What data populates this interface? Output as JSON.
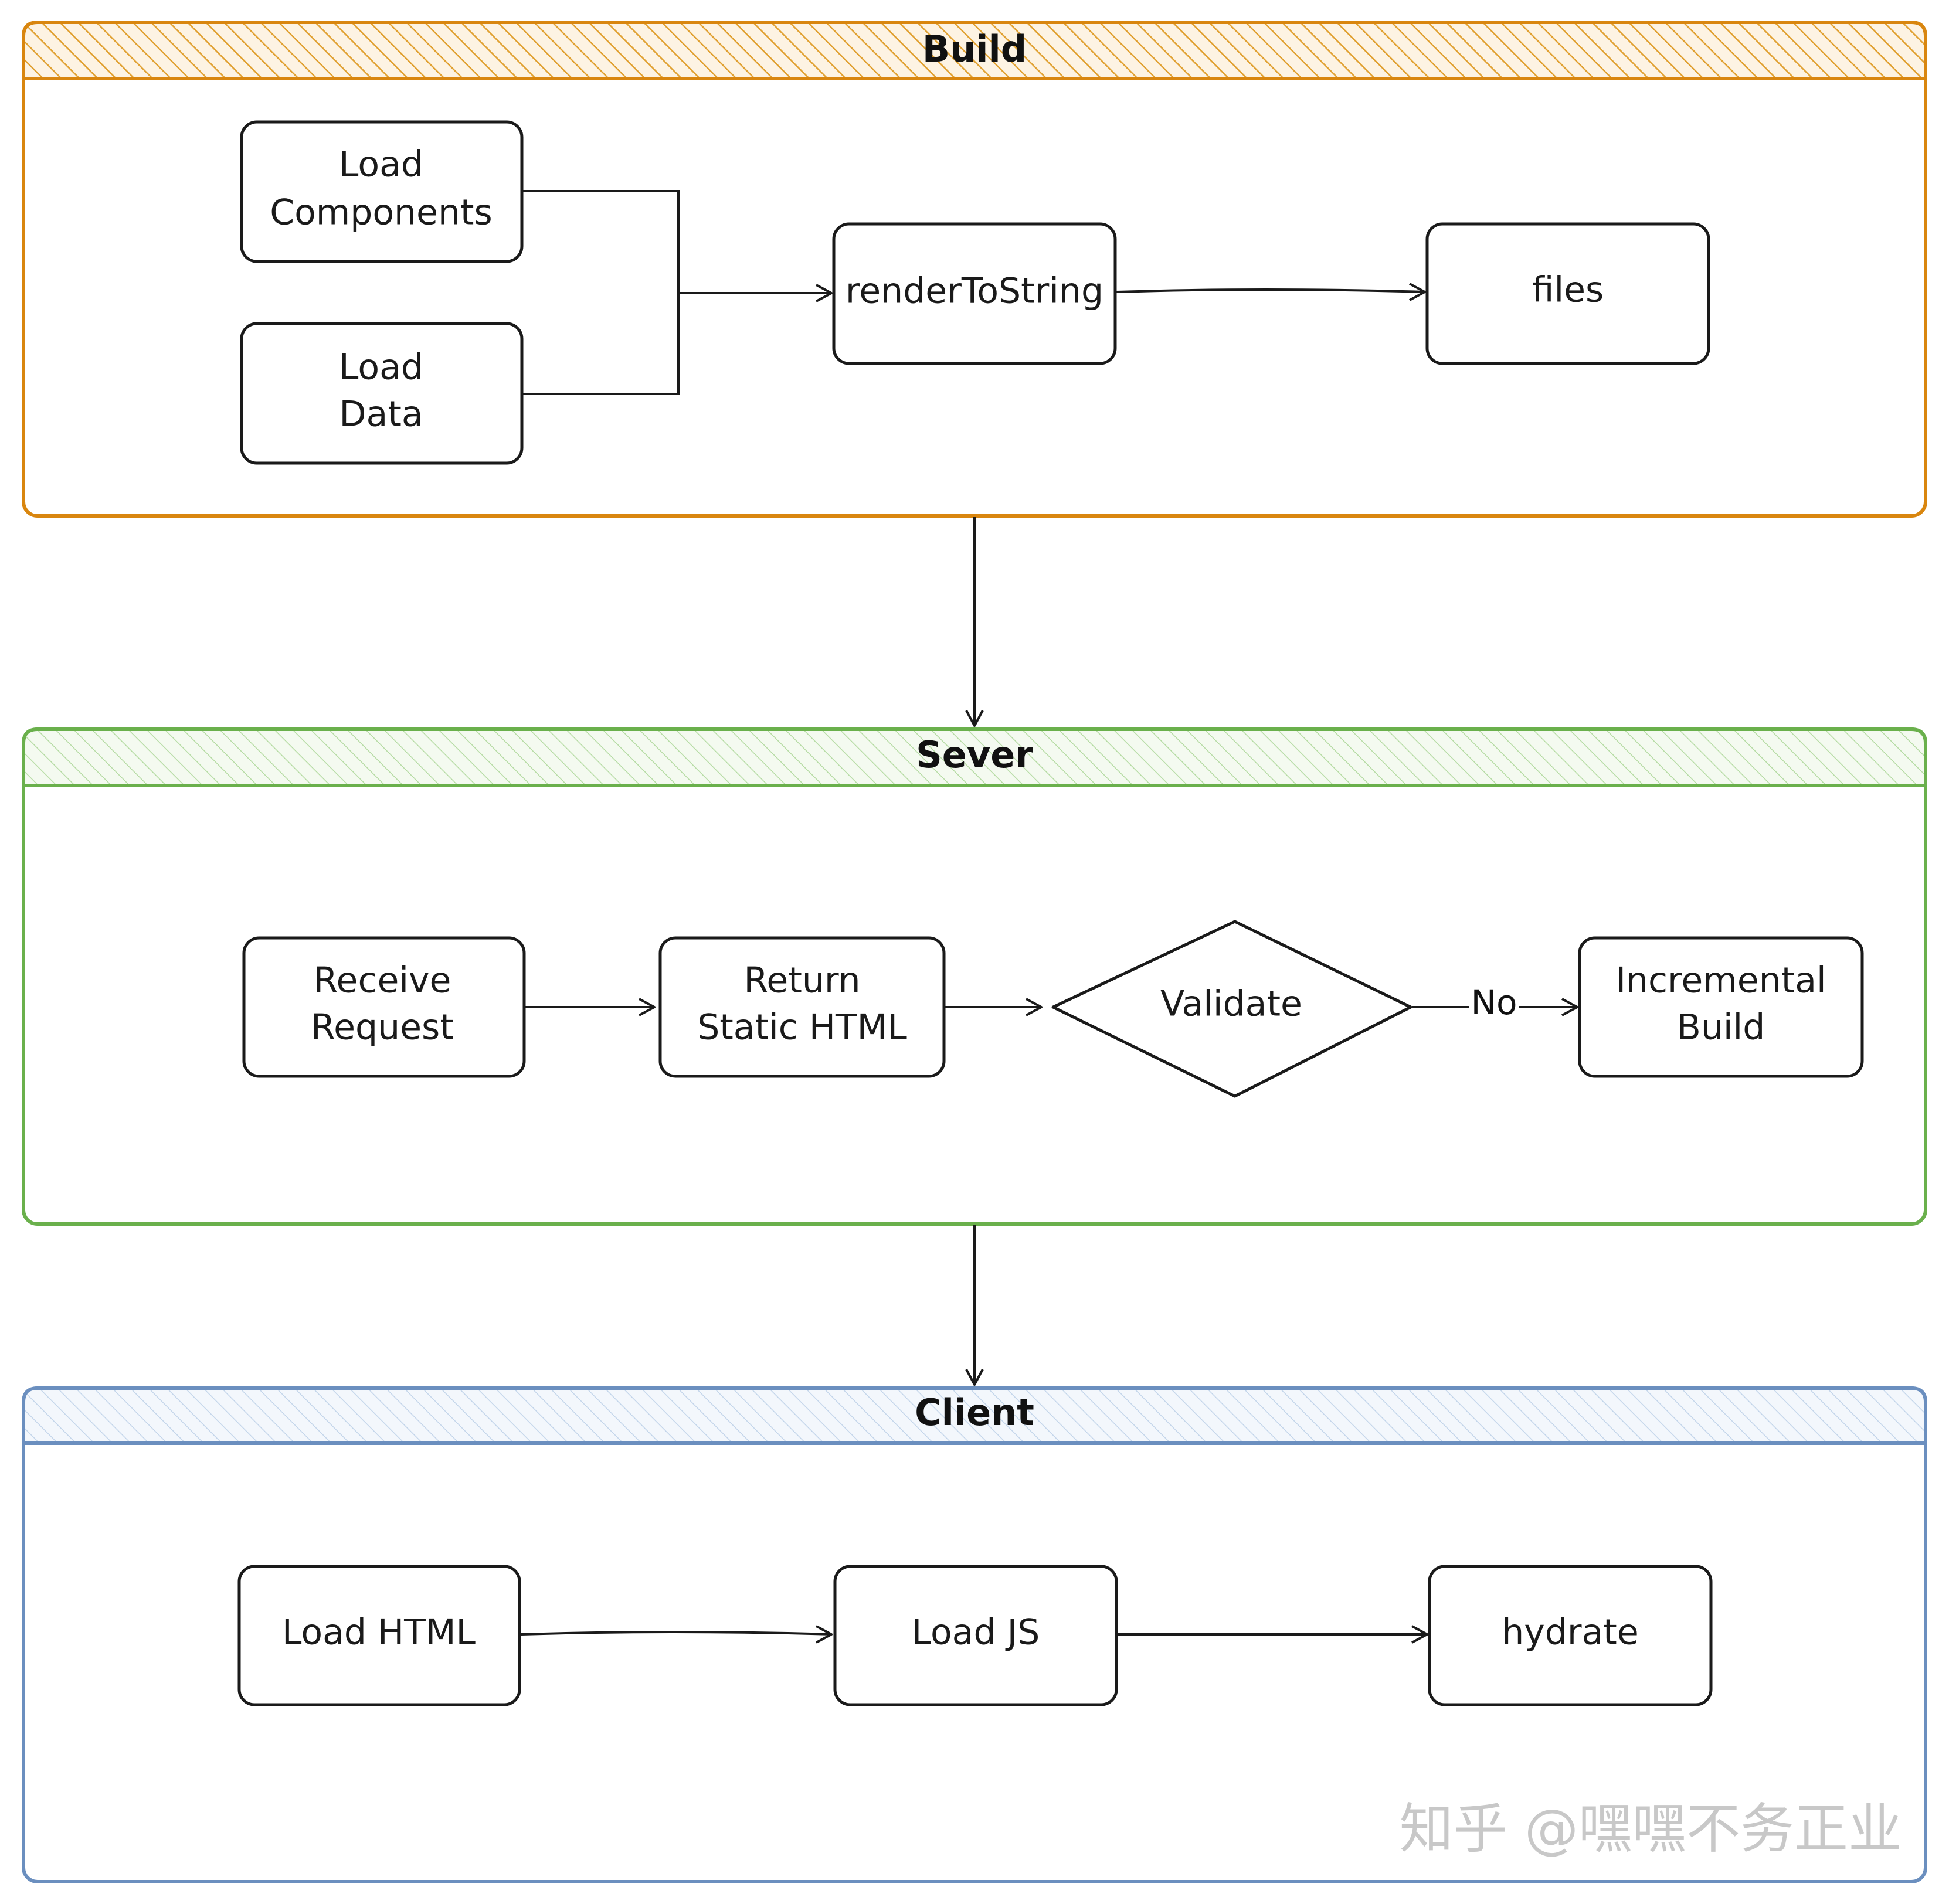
{
  "lanes": {
    "build": {
      "title": "Build",
      "color": "#d9860f"
    },
    "server": {
      "title": "Sever",
      "color": "#6ab04c"
    },
    "client": {
      "title": "Client",
      "color": "#6b8fbf"
    }
  },
  "nodes": {
    "load_components": {
      "lines": [
        "Load",
        "Components"
      ]
    },
    "load_data": {
      "lines": [
        "Load",
        "Data"
      ]
    },
    "render_to_string": {
      "lines": [
        "renderToString"
      ]
    },
    "files": {
      "lines": [
        "files"
      ]
    },
    "receive_request": {
      "lines": [
        "Receive",
        "Request"
      ]
    },
    "return_static_html": {
      "lines": [
        "Return",
        "Static HTML"
      ]
    },
    "validate": {
      "lines": [
        "Validate"
      ]
    },
    "incremental_build": {
      "lines": [
        "Incremental",
        "Build"
      ]
    },
    "load_html": {
      "lines": [
        "Load HTML"
      ]
    },
    "load_js": {
      "lines": [
        "Load JS"
      ]
    },
    "hydrate": {
      "lines": [
        "hydrate"
      ]
    }
  },
  "edges": {
    "validate_to_incremental": {
      "label": "No"
    }
  },
  "watermark": {
    "text": "知乎 @嘿嘿不务正业"
  }
}
